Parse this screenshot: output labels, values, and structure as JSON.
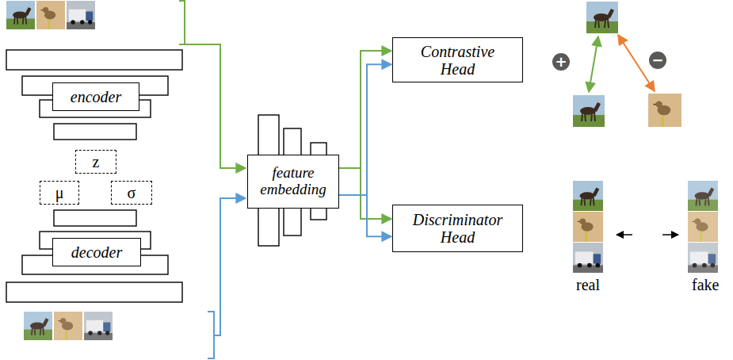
{
  "diagram": {
    "nodes": [
      {
        "text": [
          "encoder"
        ]
      },
      {
        "text": [
          "z"
        ]
      },
      {
        "text": [
          "μ"
        ]
      },
      {
        "text": [
          "σ"
        ]
      },
      {
        "text": [
          "decoder"
        ]
      },
      {
        "text": [
          "feature embedding"
        ]
      },
      {
        "text": [
          "Contrastive Head"
        ]
      },
      {
        "text": [
          "Discriminator Head"
        ]
      },
      {
        "text": [
          "+"
        ]
      },
      {
        "text": [
          "−"
        ]
      }
    ],
    "edges": [
      {
        "from": 5,
        "to": 6,
        "arrow": "to"
      },
      {
        "from": 5,
        "to": 6,
        "arrow": "to"
      },
      {
        "from": 5,
        "to": 7,
        "arrow": "to"
      },
      {
        "from": 5,
        "to": 7,
        "arrow": "to"
      }
    ],
    "labels": [
      "real",
      "fake"
    ]
  }
}
